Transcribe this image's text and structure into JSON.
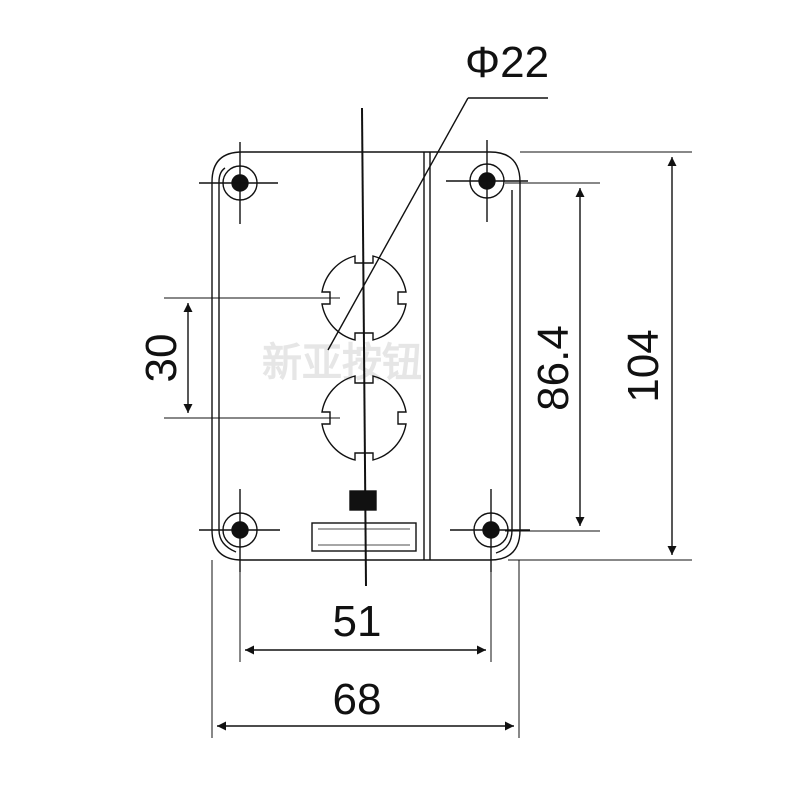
{
  "diagram": {
    "watermark": "新亚按钮",
    "dimensions": {
      "diameter": "Φ22",
      "hole_spacing": "30",
      "inner_height": "86.4",
      "outer_height": "104",
      "inner_width": "51",
      "outer_width": "68"
    },
    "colors": {
      "line": "#111111",
      "background": "#ffffff",
      "watermark": "#e6e6e6"
    }
  }
}
